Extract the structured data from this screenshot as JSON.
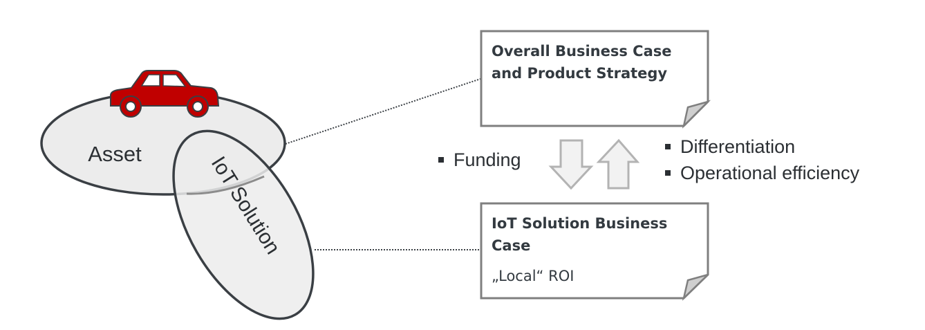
{
  "diagram": {
    "asset_label": "Asset",
    "iot_label": "IoT Solution",
    "top_note": {
      "title_line1": "Overall Business Case",
      "title_line2": "and Product Strategy"
    },
    "bottom_note": {
      "title_line1": "IoT Solution Business",
      "title_line2": "Case",
      "subtitle": "„Local“ ROI"
    },
    "left_bullets": [
      "Funding"
    ],
    "right_bullets": [
      "Differentiation",
      "Operational efficiency"
    ],
    "icons": {
      "asset": "car-icon",
      "down": "arrow-down-icon",
      "up": "arrow-up-icon"
    },
    "colors": {
      "car": "#c00000",
      "ellipse_fill": "#ececec",
      "outline": "#3a3f44",
      "note_border": "#7f7f7f",
      "arrow_fill": "#f2f2f2",
      "arrow_stroke": "#b3b3b3"
    }
  }
}
